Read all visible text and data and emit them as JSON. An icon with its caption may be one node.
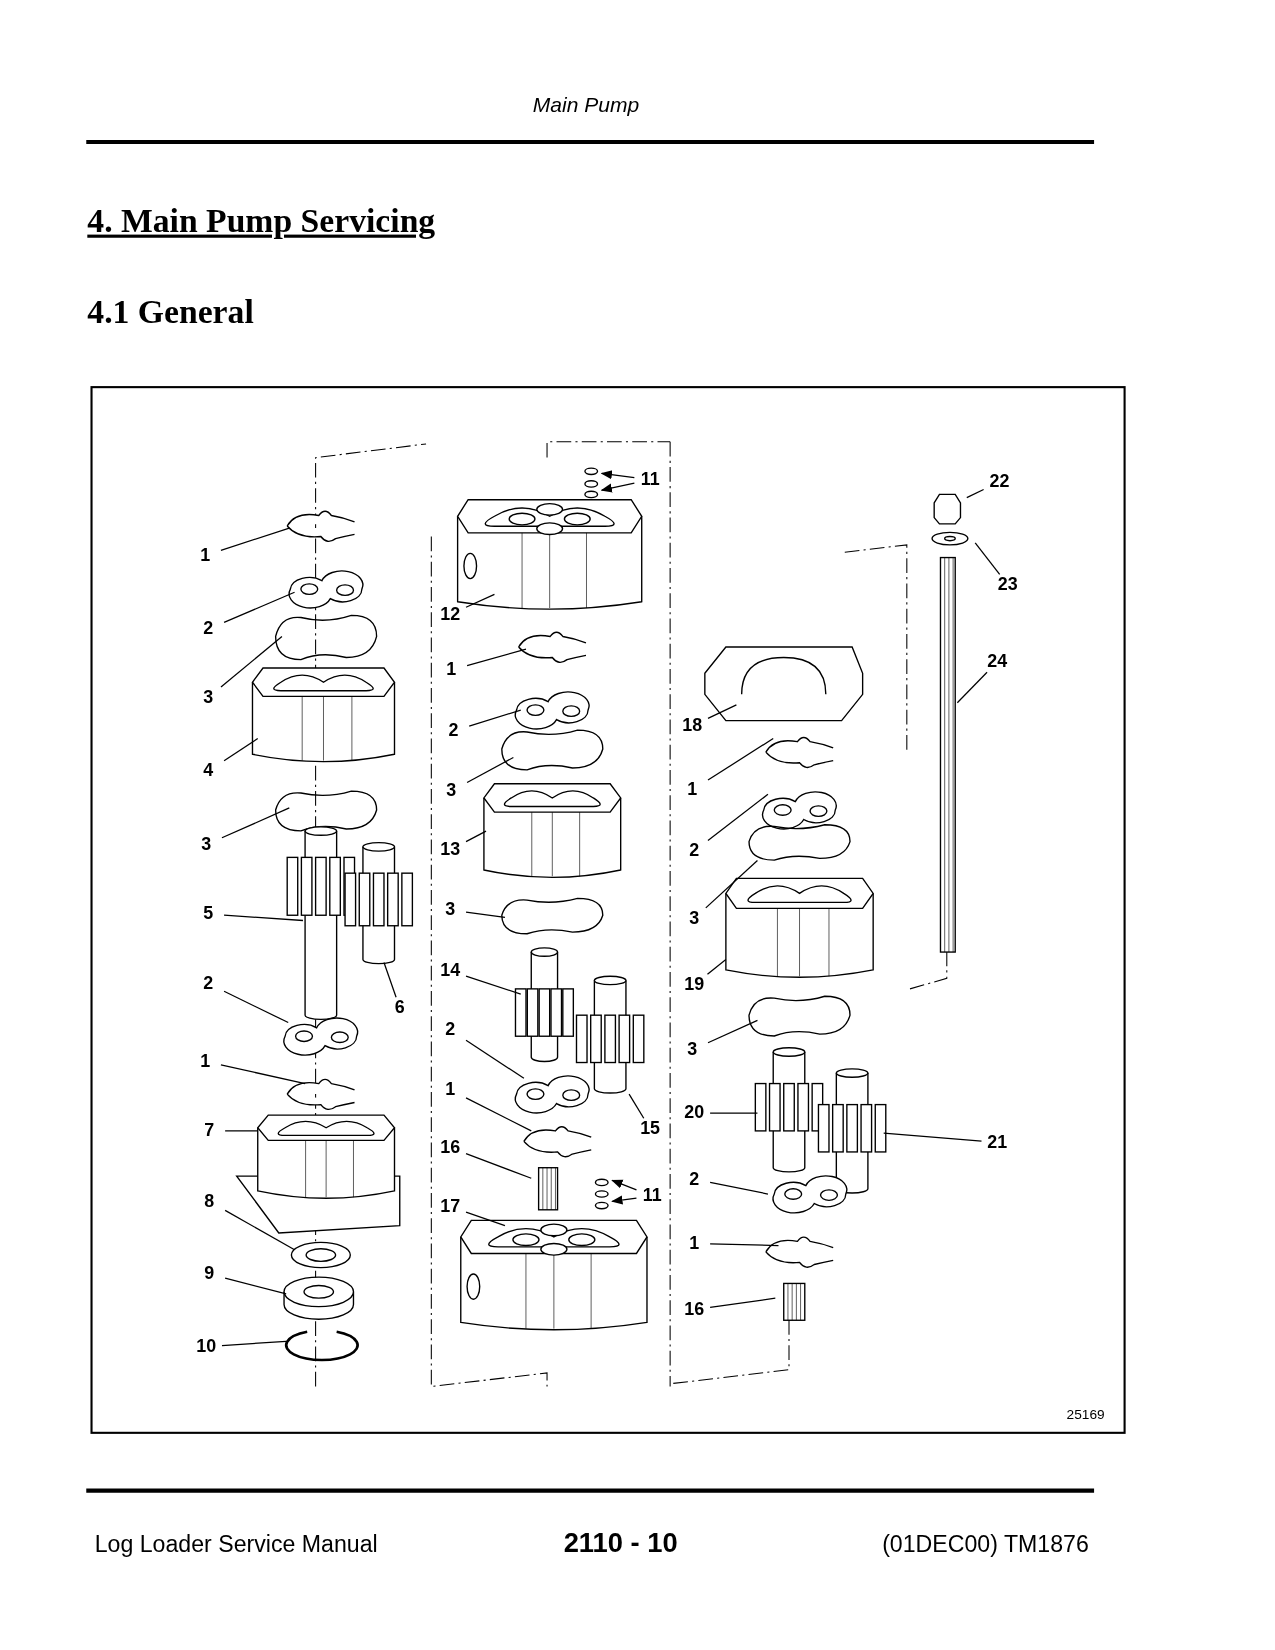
{
  "diagram": {
    "title": "4.  Main Pump Servicing",
    "nodes": [
      {
        "text": [
          "1"
        ]
      },
      {
        "text": [
          "2"
        ]
      },
      {
        "text": [
          "3"
        ]
      },
      {
        "text": [
          "4"
        ]
      },
      {
        "text": [
          "3"
        ]
      },
      {
        "text": [
          "5"
        ]
      },
      {
        "text": [
          "2"
        ]
      },
      {
        "text": [
          "6"
        ]
      },
      {
        "text": [
          "1"
        ]
      },
      {
        "text": [
          "7"
        ]
      },
      {
        "text": [
          "8"
        ]
      },
      {
        "text": [
          "9"
        ]
      },
      {
        "text": [
          "10"
        ]
      },
      {
        "text": [
          "11"
        ]
      },
      {
        "text": [
          "12"
        ]
      },
      {
        "text": [
          "1"
        ]
      },
      {
        "text": [
          "2"
        ]
      },
      {
        "text": [
          "3"
        ]
      },
      {
        "text": [
          "13"
        ]
      },
      {
        "text": [
          "3"
        ]
      },
      {
        "text": [
          "14"
        ]
      },
      {
        "text": [
          "2"
        ]
      },
      {
        "text": [
          "1"
        ]
      },
      {
        "text": [
          "15"
        ]
      },
      {
        "text": [
          "16"
        ]
      },
      {
        "text": [
          "11"
        ]
      },
      {
        "text": [
          "17"
        ]
      },
      {
        "text": [
          "18"
        ]
      },
      {
        "text": [
          "1"
        ]
      },
      {
        "text": [
          "2"
        ]
      },
      {
        "text": [
          "3"
        ]
      },
      {
        "text": [
          "19"
        ]
      },
      {
        "text": [
          "3"
        ]
      },
      {
        "text": [
          "20"
        ]
      },
      {
        "text": [
          "21"
        ]
      },
      {
        "text": [
          "2"
        ]
      },
      {
        "text": [
          "1"
        ]
      },
      {
        "text": [
          "16"
        ]
      },
      {
        "text": [
          "22"
        ]
      },
      {
        "text": [
          "23"
        ]
      },
      {
        "text": [
          "24"
        ]
      }
    ],
    "edges": [
      {
        "from": 0,
        "to": null,
        "arrow": "none"
      },
      {
        "from": 1,
        "to": null,
        "arrow": "none"
      },
      {
        "from": 2,
        "to": null,
        "arrow": "none"
      },
      {
        "from": 3,
        "to": null,
        "arrow": "none"
      },
      {
        "from": 4,
        "to": null,
        "arrow": "none"
      },
      {
        "from": 5,
        "to": null,
        "arrow": "none"
      },
      {
        "from": 6,
        "to": null,
        "arrow": "none"
      },
      {
        "from": 7,
        "to": null,
        "arrow": "none"
      },
      {
        "from": 8,
        "to": null,
        "arrow": "none"
      },
      {
        "from": 9,
        "to": null,
        "arrow": "none"
      },
      {
        "from": 10,
        "to": null,
        "arrow": "none"
      },
      {
        "from": 11,
        "to": null,
        "arrow": "none"
      },
      {
        "from": 12,
        "to": null,
        "arrow": "none"
      },
      {
        "from": 13,
        "to": null,
        "arrow": "to"
      },
      {
        "from": 13,
        "to": null,
        "arrow": "to"
      },
      {
        "from": 14,
        "to": null,
        "arrow": "none"
      },
      {
        "from": 15,
        "to": null,
        "arrow": "none"
      },
      {
        "from": 16,
        "to": null,
        "arrow": "none"
      },
      {
        "from": 17,
        "to": null,
        "arrow": "none"
      },
      {
        "from": 18,
        "to": null,
        "arrow": "none"
      },
      {
        "from": 19,
        "to": null,
        "arrow": "none"
      },
      {
        "from": 20,
        "to": null,
        "arrow": "none"
      },
      {
        "from": 21,
        "to": null,
        "arrow": "none"
      },
      {
        "from": 22,
        "to": null,
        "arrow": "none"
      },
      {
        "from": 23,
        "to": null,
        "arrow": "none"
      },
      {
        "from": 24,
        "to": null,
        "arrow": "none"
      },
      {
        "from": 25,
        "to": null,
        "arrow": "to"
      },
      {
        "from": 25,
        "to": null,
        "arrow": "to"
      },
      {
        "from": 26,
        "to": null,
        "arrow": "none"
      },
      {
        "from": 27,
        "to": null,
        "arrow": "none"
      },
      {
        "from": 28,
        "to": null,
        "arrow": "none"
      },
      {
        "from": 29,
        "to": null,
        "arrow": "none"
      },
      {
        "from": 30,
        "to": null,
        "arrow": "none"
      },
      {
        "from": 31,
        "to": null,
        "arrow": "none"
      },
      {
        "from": 32,
        "to": null,
        "arrow": "none"
      },
      {
        "from": 33,
        "to": null,
        "arrow": "none"
      },
      {
        "from": 34,
        "to": null,
        "arrow": "none"
      },
      {
        "from": 35,
        "to": null,
        "arrow": "none"
      },
      {
        "from": 36,
        "to": null,
        "arrow": "none"
      },
      {
        "from": 37,
        "to": null,
        "arrow": "none"
      },
      {
        "from": 38,
        "to": null,
        "arrow": "none"
      },
      {
        "from": 39,
        "to": null,
        "arrow": "none"
      },
      {
        "from": 40,
        "to": null,
        "arrow": "none"
      }
    ],
    "labels": [
      "Main Pump",
      "4.1  General",
      "25169",
      "Log Loader Service Manual",
      "2110 - 10",
      "(01DEC00) TM1876"
    ]
  }
}
